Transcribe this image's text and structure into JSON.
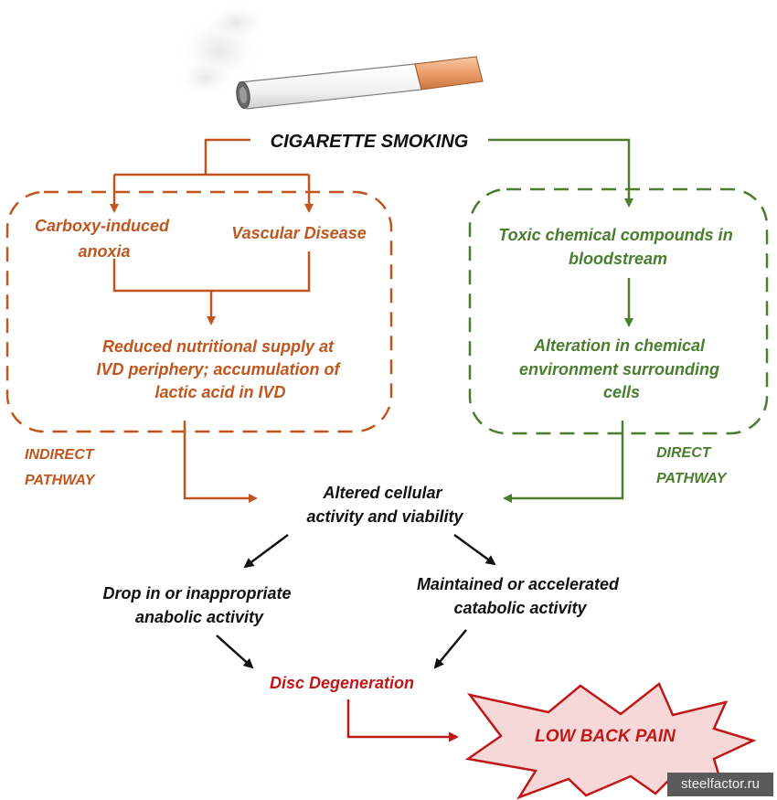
{
  "colors": {
    "indirect": "#c0561e",
    "direct": "#4a7d2e",
    "neutral": "#111111",
    "outcome": "#c01818",
    "starburst_fill": "#f6d8d8"
  },
  "icons": {
    "cigarette": "cigarette-icon",
    "smoke": "smoke-icon"
  },
  "source": {
    "title": "CIGARETTE SMOKING"
  },
  "indirect": {
    "nodes": [
      "Carboxy-induced anoxia",
      "Vascular Disease"
    ],
    "node_a_lines": [
      "Carboxy-induced",
      "anoxia"
    ],
    "node_b": "Vascular Disease",
    "result_lines": [
      "Reduced nutritional supply at",
      "IVD periphery; accumulation of",
      "lactic acid in IVD"
    ],
    "label_lines": [
      "INDIRECT",
      "PATHWAY"
    ]
  },
  "direct": {
    "node_lines": [
      "Toxic chemical compounds in",
      "bloodstream"
    ],
    "result_lines": [
      "Alteration in chemical",
      "environment surrounding",
      "cells"
    ],
    "label_lines": [
      "DIRECT",
      "PATHWAY"
    ]
  },
  "cellular": {
    "lines": [
      "Altered cellular",
      "activity and viability"
    ]
  },
  "anabolic": {
    "lines": [
      "Drop in or inappropriate",
      "anabolic activity"
    ]
  },
  "catabolic": {
    "lines": [
      "Maintained or accelerated",
      "catabolic activity"
    ]
  },
  "degeneration": {
    "label": "Disc Degeneration"
  },
  "pain": {
    "label": "LOW BACK PAIN"
  },
  "watermark": {
    "text": "steelfactor.ru"
  }
}
